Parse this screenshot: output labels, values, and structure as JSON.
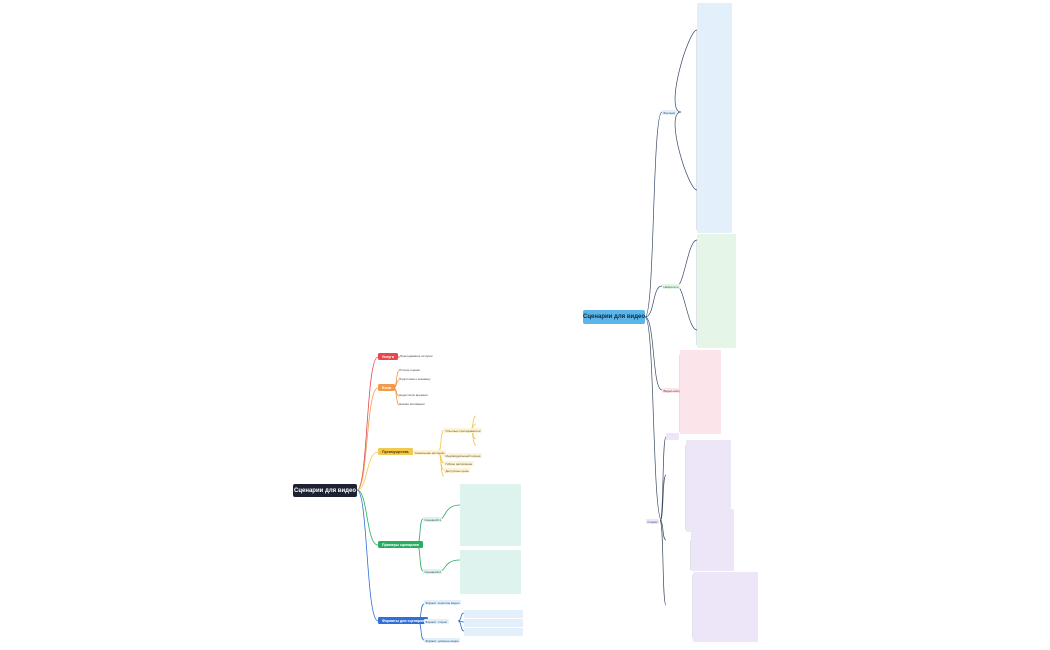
{
  "left_map": {
    "root": "Сценарии для видео",
    "branches": [
      {
        "label": "Услуги",
        "color": "#e5484d",
        "children": [
          "Преподавание истории"
        ]
      },
      {
        "label": "Боли",
        "color": "#f2994a",
        "children": [
          "Плохие оценки",
          "Подготовка к экзамену",
          "Недостаток времени",
          "Низкая мотивация"
        ]
      },
      {
        "label": "Преимущества",
        "color": "#f2c94c",
        "children": [
          "Уникальная методика",
          "Опытные преподаватели",
          "Индивидуальный подход",
          "Гибкое расписание",
          "Доступные цены"
        ]
      },
      {
        "label": "Примеры сценариев",
        "color": "#27ae60",
        "children": [
          "Сценарий 1",
          "Сценарий 2"
        ]
      },
      {
        "label": "Форматы для сценария",
        "color": "#2f6fd6",
        "children": [
          "Формат: короткое видео",
          "Формат: сторис",
          "Формат: длинное видео"
        ]
      }
    ]
  },
  "right_map": {
    "root": "Сценарии для видео",
    "branches": [
      "Воронки",
      "Нейросети",
      "Видео-инструкции",
      "Сторис"
    ]
  },
  "colors": {
    "root_dark": "#1d2233",
    "root_light": "#5bb5ea"
  }
}
